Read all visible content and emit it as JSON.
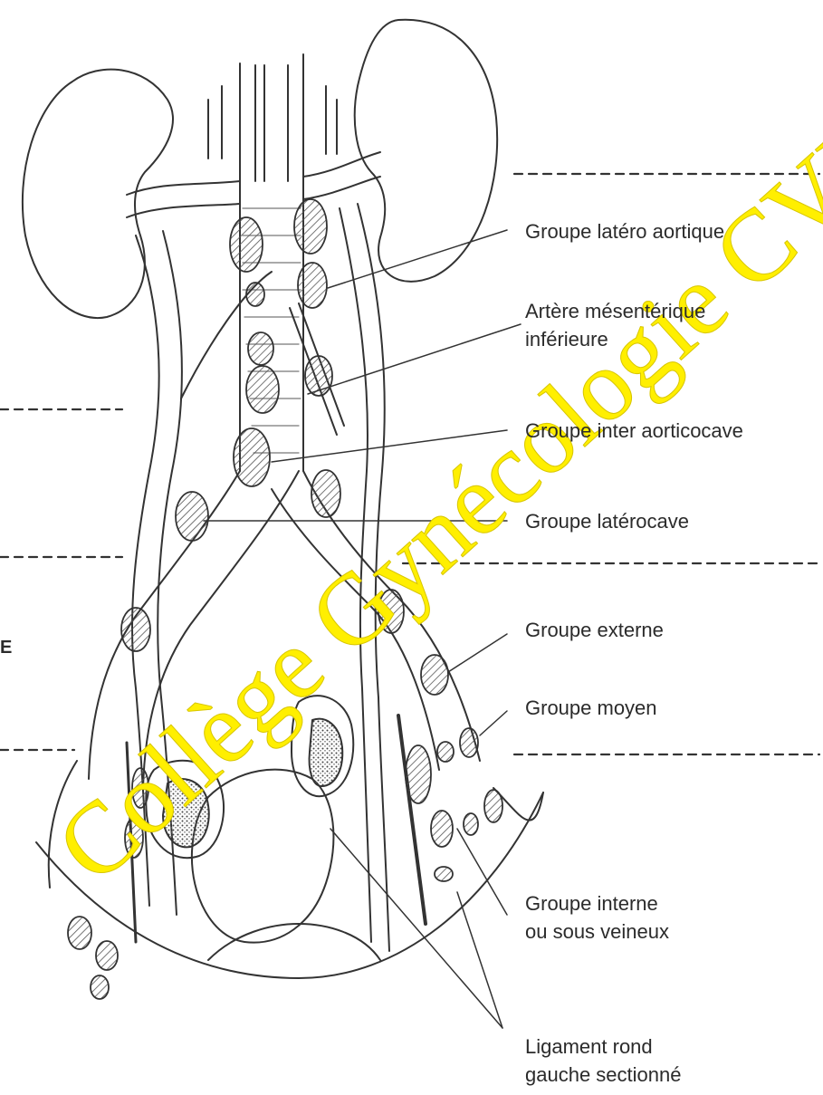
{
  "labels": {
    "groupe_latero_aortique": "Groupe latéro aortique",
    "artere_mesenterique_l1": "Artère mésentérique",
    "artere_mesenterique_l2": "inférieure",
    "groupe_inter_aorticocave": "Groupe inter aorticocave",
    "groupe_laterocave": "Groupe latérocave",
    "groupe_externe": "Groupe externe",
    "groupe_moyen": "Groupe moyen",
    "groupe_interne_l1": "Groupe interne",
    "groupe_interne_l2": "ou sous veineux",
    "ligament_rond_l1": "Ligament rond",
    "ligament_rond_l2": "gauche sectionné",
    "left_margin_letter": "E"
  },
  "watermark": "Collège Gynécologie CVL",
  "colors": {
    "line": "#333333",
    "watermark": "#ffef00",
    "hatch": "#555555"
  }
}
